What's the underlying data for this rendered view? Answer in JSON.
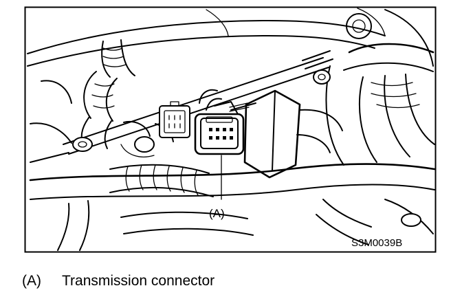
{
  "figure": {
    "callout_label": "(A)",
    "figure_code": "S3M0039B"
  },
  "caption": {
    "ref": "(A)",
    "text": "Transmission connector"
  },
  "colors": {
    "ink": "#000000",
    "paper": "#ffffff"
  }
}
